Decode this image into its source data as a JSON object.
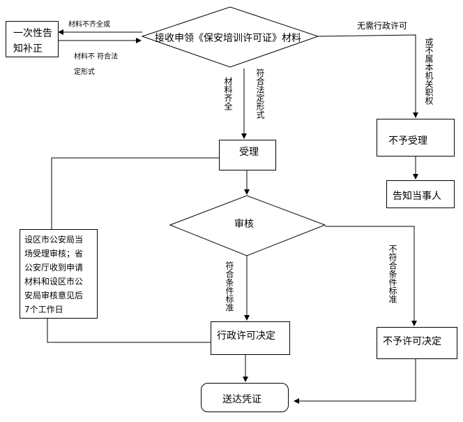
{
  "nodes": {
    "receive": "接收申领《保安培训许可证》材料",
    "notify_once": "一次性告知补正",
    "accept": "受理",
    "no_accept": "不予受理",
    "tell_party": "告知当事人",
    "review": "审核",
    "city_review": "设区市公安局当场受理审核；省公安厅收到申请材料和设区市公安局审核意见后7个工作日",
    "city_review_lines": [
      "设区市公安局当",
      "场受理审核；省",
      "公安厅收到申请",
      "材料和设区市公",
      "安局审核意见后",
      "7个工作日"
    ],
    "decide": "行政许可决定",
    "deny": "不予许可决定",
    "deliver": "送达凭证"
  },
  "edges": {
    "incomplete": "材料不齐全或",
    "improper_a": "材料不 符合法",
    "improper_b": "定形式",
    "no_permit_needed": "无需行政许可",
    "not_jurisdiction": "或不属本机关职权",
    "complete": "材料齐全",
    "legal_form": "符合法定形式",
    "meets": "符合条件标准",
    "not_meets": "不符合条件标准"
  }
}
